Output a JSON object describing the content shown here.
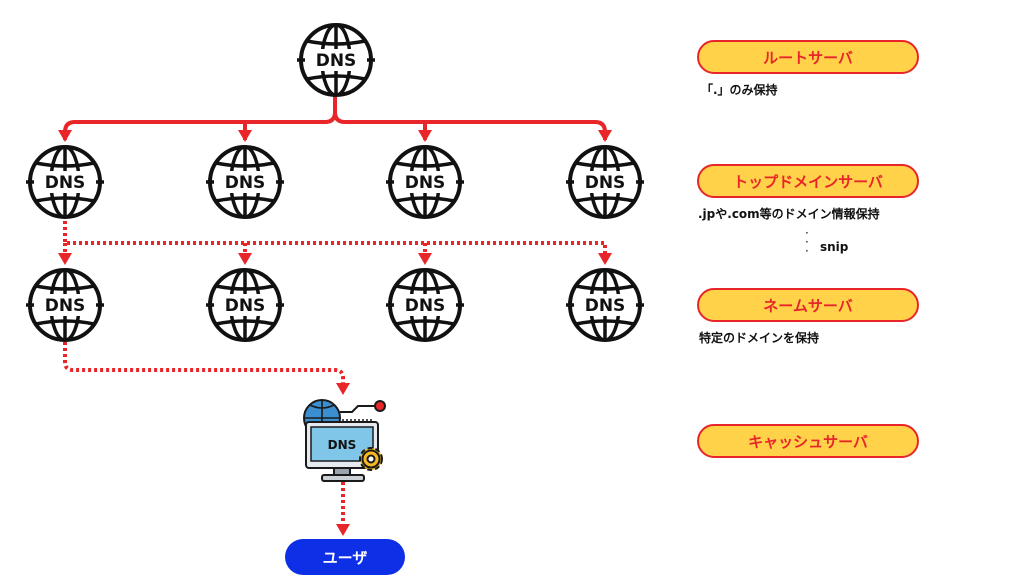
{
  "globe_text": "DNS",
  "servers": {
    "root": {
      "label": "ルートサーバ",
      "desc": "「.」のみ保持"
    },
    "top": {
      "label": "トップドメインサーバ",
      "desc": ".jpや.com等のドメイン情報保持"
    },
    "snip": "snip",
    "name": {
      "label": "ネームサーバ",
      "desc": "特定のドメインを保持"
    },
    "cache": {
      "label": "キャッシュサーバ"
    }
  },
  "user_label": "ユーザ",
  "cache_screen_text": "DNS",
  "colors": {
    "arrow_red": "#e8262a",
    "pill_fill": "#ffd24a",
    "user_blue": "#0d2fe6",
    "globe_outline": "#111111"
  },
  "icons": [
    "dns-globe-icon",
    "dns-cache-server-icon",
    "gear-icon"
  ]
}
